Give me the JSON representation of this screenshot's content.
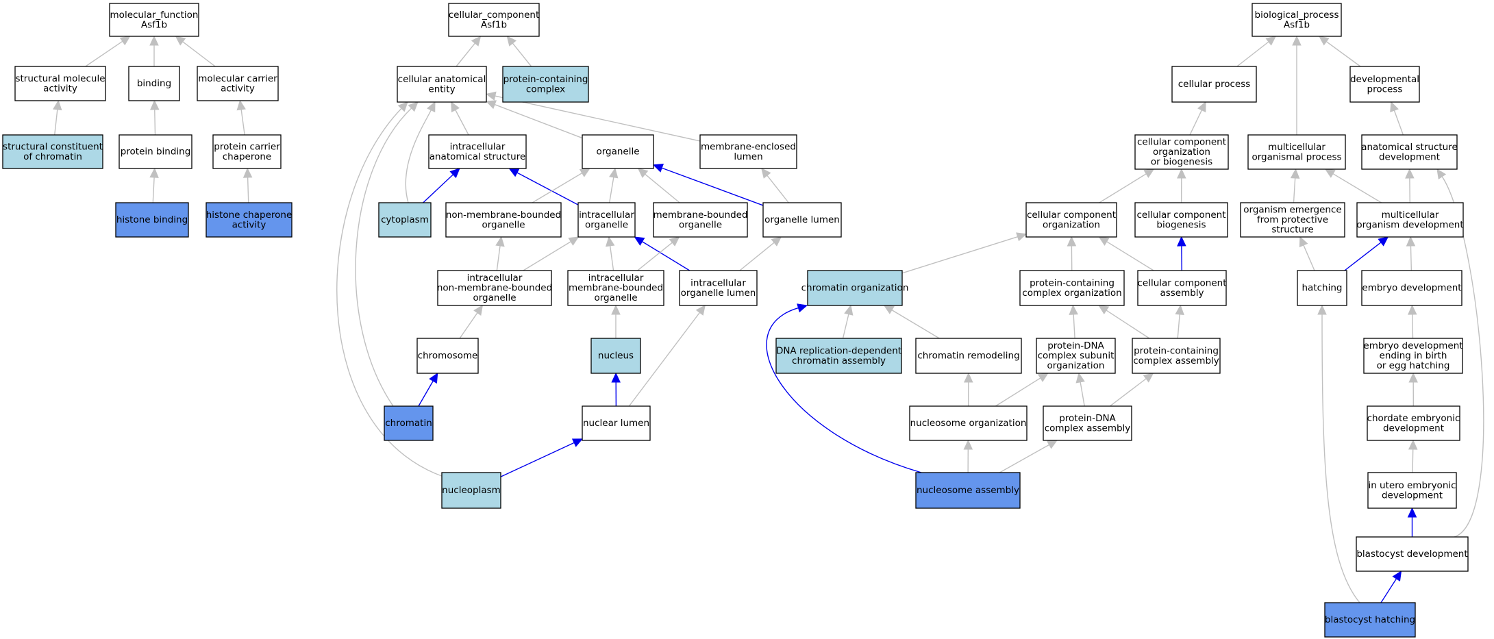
{
  "colors": {
    "default_fill": "#ffffff",
    "light_blue": "#add8e6",
    "cornflower_blue": "#6495ed",
    "edge_gray": "#c0c0c0",
    "edge_blue": "#0000ee"
  },
  "nodes": [
    {
      "id": "mf_root",
      "lines": [
        "molecular_function",
        "Asf1b"
      ],
      "fill": "default"
    },
    {
      "id": "struct_mol",
      "lines": [
        "structural molecule",
        "activity"
      ],
      "fill": "default"
    },
    {
      "id": "binding",
      "lines": [
        "binding"
      ],
      "fill": "default"
    },
    {
      "id": "mol_carrier",
      "lines": [
        "molecular carrier",
        "activity"
      ],
      "fill": "default"
    },
    {
      "id": "struct_chrom",
      "lines": [
        "structural constituent",
        "of chromatin"
      ],
      "fill": "light"
    },
    {
      "id": "protein_binding",
      "lines": [
        "protein binding"
      ],
      "fill": "default"
    },
    {
      "id": "protein_carrier",
      "lines": [
        "protein carrier",
        "chaperone"
      ],
      "fill": "default"
    },
    {
      "id": "histone_binding",
      "lines": [
        "histone binding"
      ],
      "fill": "dark"
    },
    {
      "id": "histone_chap",
      "lines": [
        "histone chaperone",
        "activity"
      ],
      "fill": "dark"
    },
    {
      "id": "cc_root",
      "lines": [
        "cellular_component",
        "Asf1b"
      ],
      "fill": "default"
    },
    {
      "id": "cae",
      "lines": [
        "cellular anatomical",
        "entity"
      ],
      "fill": "default"
    },
    {
      "id": "pcc",
      "lines": [
        "protein-containing",
        "complex"
      ],
      "fill": "light"
    },
    {
      "id": "ias",
      "lines": [
        "intracellular",
        "anatomical structure"
      ],
      "fill": "default"
    },
    {
      "id": "organelle",
      "lines": [
        "organelle"
      ],
      "fill": "default"
    },
    {
      "id": "mel",
      "lines": [
        "membrane-enclosed",
        "lumen"
      ],
      "fill": "default"
    },
    {
      "id": "cytoplasm",
      "lines": [
        "cytoplasm"
      ],
      "fill": "light"
    },
    {
      "id": "nmbo",
      "lines": [
        "non-membrane-bounded",
        "organelle"
      ],
      "fill": "default"
    },
    {
      "id": "io",
      "lines": [
        "intracellular",
        "organelle"
      ],
      "fill": "default"
    },
    {
      "id": "mbo",
      "lines": [
        "membrane-bounded",
        "organelle"
      ],
      "fill": "default"
    },
    {
      "id": "ol",
      "lines": [
        "organelle lumen"
      ],
      "fill": "default"
    },
    {
      "id": "inmbo",
      "lines": [
        "intracellular",
        "non-membrane-bounded",
        "organelle"
      ],
      "fill": "default"
    },
    {
      "id": "imbo",
      "lines": [
        "intracellular",
        "membrane-bounded",
        "organelle"
      ],
      "fill": "default"
    },
    {
      "id": "iol",
      "lines": [
        "intracellular",
        "organelle lumen"
      ],
      "fill": "default"
    },
    {
      "id": "chromosome",
      "lines": [
        "chromosome"
      ],
      "fill": "default"
    },
    {
      "id": "nucleus",
      "lines": [
        "nucleus"
      ],
      "fill": "light"
    },
    {
      "id": "chromatin",
      "lines": [
        "chromatin"
      ],
      "fill": "dark"
    },
    {
      "id": "nuclear_lumen",
      "lines": [
        "nuclear lumen"
      ],
      "fill": "default"
    },
    {
      "id": "nucleoplasm",
      "lines": [
        "nucleoplasm"
      ],
      "fill": "light"
    },
    {
      "id": "bp_root",
      "lines": [
        "biological_process",
        "Asf1b"
      ],
      "fill": "default"
    },
    {
      "id": "cell_proc",
      "lines": [
        "cellular process"
      ],
      "fill": "default"
    },
    {
      "id": "dev_proc",
      "lines": [
        "developmental",
        "process"
      ],
      "fill": "default"
    },
    {
      "id": "ccob",
      "lines": [
        "cellular component",
        "organization",
        "or biogenesis"
      ],
      "fill": "default"
    },
    {
      "id": "mop",
      "lines": [
        "multicellular",
        "organismal process"
      ],
      "fill": "default"
    },
    {
      "id": "asd",
      "lines": [
        "anatomical structure",
        "development"
      ],
      "fill": "default"
    },
    {
      "id": "cco",
      "lines": [
        "cellular component",
        "organization"
      ],
      "fill": "default"
    },
    {
      "id": "ccb",
      "lines": [
        "cellular component",
        "biogenesis"
      ],
      "fill": "default"
    },
    {
      "id": "oe",
      "lines": [
        "organism emergence",
        "from protective",
        "structure"
      ],
      "fill": "default"
    },
    {
      "id": "mod",
      "lines": [
        "multicellular",
        "organism development"
      ],
      "fill": "default"
    },
    {
      "id": "chrom_org",
      "lines": [
        "chromatin organization"
      ],
      "fill": "light"
    },
    {
      "id": "pco",
      "lines": [
        "protein-containing",
        "complex organization"
      ],
      "fill": "default"
    },
    {
      "id": "cca",
      "lines": [
        "cellular component",
        "assembly"
      ],
      "fill": "default"
    },
    {
      "id": "hatching",
      "lines": [
        "hatching"
      ],
      "fill": "default"
    },
    {
      "id": "embryo_dev",
      "lines": [
        "embryo development"
      ],
      "fill": "default"
    },
    {
      "id": "dna_rep",
      "lines": [
        "DNA replication-dependent",
        "chromatin assembly"
      ],
      "fill": "light"
    },
    {
      "id": "chrom_rem",
      "lines": [
        "chromatin remodeling"
      ],
      "fill": "default"
    },
    {
      "id": "pdna_sub",
      "lines": [
        "protein-DNA",
        "complex subunit",
        "organization"
      ],
      "fill": "default"
    },
    {
      "id": "pca",
      "lines": [
        "protein-containing",
        "complex assembly"
      ],
      "fill": "default"
    },
    {
      "id": "edeb",
      "lines": [
        "embryo development",
        "ending in birth",
        "or egg hatching"
      ],
      "fill": "default"
    },
    {
      "id": "nuc_org",
      "lines": [
        "nucleosome organization"
      ],
      "fill": "default"
    },
    {
      "id": "pdna_asm",
      "lines": [
        "protein-DNA",
        "complex assembly"
      ],
      "fill": "default"
    },
    {
      "id": "chord",
      "lines": [
        "chordate embryonic",
        "development"
      ],
      "fill": "default"
    },
    {
      "id": "nuc_asm",
      "lines": [
        "nucleosome assembly"
      ],
      "fill": "dark"
    },
    {
      "id": "utero",
      "lines": [
        "in utero embryonic",
        "development"
      ],
      "fill": "default"
    },
    {
      "id": "blast_dev",
      "lines": [
        "blastocyst development"
      ],
      "fill": "default"
    },
    {
      "id": "blast_hatch",
      "lines": [
        "blastocyst hatching"
      ],
      "fill": "dark"
    }
  ],
  "edges": [
    {
      "from": "struct_mol",
      "to": "mf_root",
      "color": "gray"
    },
    {
      "from": "binding",
      "to": "mf_root",
      "color": "gray"
    },
    {
      "from": "mol_carrier",
      "to": "mf_root",
      "color": "gray"
    },
    {
      "from": "struct_chrom",
      "to": "struct_mol",
      "color": "gray"
    },
    {
      "from": "protein_binding",
      "to": "binding",
      "color": "gray"
    },
    {
      "from": "protein_carrier",
      "to": "mol_carrier",
      "color": "gray"
    },
    {
      "from": "histone_binding",
      "to": "protein_binding",
      "color": "gray"
    },
    {
      "from": "histone_chap",
      "to": "protein_carrier",
      "color": "gray"
    },
    {
      "from": "cae",
      "to": "cc_root",
      "color": "gray"
    },
    {
      "from": "pcc",
      "to": "cc_root",
      "color": "gray"
    },
    {
      "from": "ias",
      "to": "cae",
      "color": "gray"
    },
    {
      "from": "organelle",
      "to": "cae",
      "color": "gray"
    },
    {
      "from": "mel",
      "to": "cae",
      "color": "gray"
    },
    {
      "from": "cytoplasm",
      "to": "cae",
      "color": "gray"
    },
    {
      "from": "chromatin",
      "to": "cae",
      "color": "gray"
    },
    {
      "from": "nucleoplasm",
      "to": "cae",
      "color": "gray"
    },
    {
      "from": "cytoplasm",
      "to": "ias",
      "color": "blue"
    },
    {
      "from": "io",
      "to": "ias",
      "color": "blue"
    },
    {
      "from": "nmbo",
      "to": "organelle",
      "color": "gray"
    },
    {
      "from": "io",
      "to": "organelle",
      "color": "gray"
    },
    {
      "from": "mbo",
      "to": "organelle",
      "color": "gray"
    },
    {
      "from": "ol",
      "to": "organelle",
      "color": "blue"
    },
    {
      "from": "ol",
      "to": "mel",
      "color": "gray"
    },
    {
      "from": "inmbo",
      "to": "nmbo",
      "color": "gray"
    },
    {
      "from": "inmbo",
      "to": "io",
      "color": "gray"
    },
    {
      "from": "imbo",
      "to": "io",
      "color": "gray"
    },
    {
      "from": "iol",
      "to": "io",
      "color": "blue"
    },
    {
      "from": "imbo",
      "to": "mbo",
      "color": "gray"
    },
    {
      "from": "iol",
      "to": "ol",
      "color": "gray"
    },
    {
      "from": "chromosome",
      "to": "inmbo",
      "color": "gray"
    },
    {
      "from": "nucleus",
      "to": "imbo",
      "color": "gray"
    },
    {
      "from": "nuclear_lumen",
      "to": "iol",
      "color": "gray"
    },
    {
      "from": "chromatin",
      "to": "chromosome",
      "color": "blue"
    },
    {
      "from": "nuclear_lumen",
      "to": "nucleus",
      "color": "blue"
    },
    {
      "from": "nucleoplasm",
      "to": "nuclear_lumen",
      "color": "blue"
    },
    {
      "from": "cell_proc",
      "to": "bp_root",
      "color": "gray"
    },
    {
      "from": "mop",
      "to": "bp_root",
      "color": "gray"
    },
    {
      "from": "dev_proc",
      "to": "bp_root",
      "color": "gray"
    },
    {
      "from": "ccob",
      "to": "cell_proc",
      "color": "gray"
    },
    {
      "from": "asd",
      "to": "dev_proc",
      "color": "gray"
    },
    {
      "from": "cco",
      "to": "ccob",
      "color": "gray"
    },
    {
      "from": "ccb",
      "to": "ccob",
      "color": "gray"
    },
    {
      "from": "oe",
      "to": "mop",
      "color": "gray"
    },
    {
      "from": "mod",
      "to": "mop",
      "color": "gray"
    },
    {
      "from": "mod",
      "to": "asd",
      "color": "gray"
    },
    {
      "from": "blast_dev",
      "to": "asd",
      "color": "gray"
    },
    {
      "from": "chrom_org",
      "to": "cco",
      "color": "gray"
    },
    {
      "from": "pco",
      "to": "cco",
      "color": "gray"
    },
    {
      "from": "cca",
      "to": "cco",
      "color": "gray"
    },
    {
      "from": "cca",
      "to": "ccb",
      "color": "blue"
    },
    {
      "from": "hatching",
      "to": "oe",
      "color": "gray"
    },
    {
      "from": "hatching",
      "to": "mod",
      "color": "blue"
    },
    {
      "from": "embryo_dev",
      "to": "mod",
      "color": "gray"
    },
    {
      "from": "dna_rep",
      "to": "chrom_org",
      "color": "gray"
    },
    {
      "from": "chrom_rem",
      "to": "chrom_org",
      "color": "gray"
    },
    {
      "from": "nuc_asm",
      "to": "chrom_org",
      "color": "blue"
    },
    {
      "from": "pdna_sub",
      "to": "pco",
      "color": "gray"
    },
    {
      "from": "pca",
      "to": "pco",
      "color": "gray"
    },
    {
      "from": "pca",
      "to": "cca",
      "color": "gray"
    },
    {
      "from": "nuc_org",
      "to": "chrom_rem",
      "color": "gray"
    },
    {
      "from": "nuc_org",
      "to": "pdna_sub",
      "color": "gray"
    },
    {
      "from": "pdna_asm",
      "to": "pdna_sub",
      "color": "gray"
    },
    {
      "from": "pdna_asm",
      "to": "pca",
      "color": "gray"
    },
    {
      "from": "nuc_asm",
      "to": "nuc_org",
      "color": "gray"
    },
    {
      "from": "nuc_asm",
      "to": "pdna_asm",
      "color": "gray"
    },
    {
      "from": "edeb",
      "to": "embryo_dev",
      "color": "gray"
    },
    {
      "from": "chord",
      "to": "edeb",
      "color": "gray"
    },
    {
      "from": "utero",
      "to": "chord",
      "color": "gray"
    },
    {
      "from": "blast_dev",
      "to": "utero",
      "color": "blue"
    },
    {
      "from": "blast_hatch",
      "to": "blast_dev",
      "color": "blue"
    },
    {
      "from": "blast_hatch",
      "to": "hatching",
      "color": "gray"
    }
  ]
}
